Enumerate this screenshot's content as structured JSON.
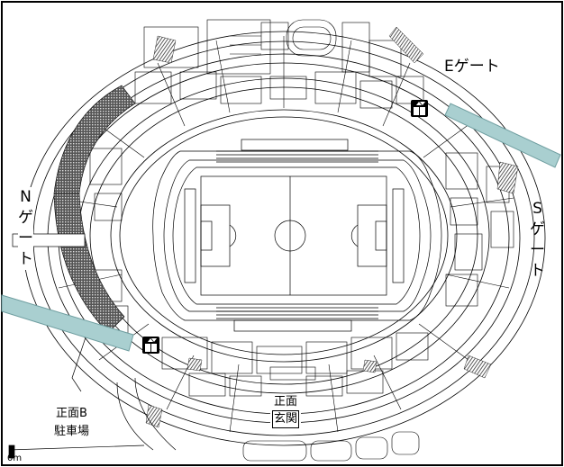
{
  "map": {
    "labels": {
      "e_gate": "Eゲート",
      "s_gate": [
        "S",
        "ゲ",
        "ー",
        "ト"
      ],
      "n_gate": [
        "N",
        "ゲ",
        "ー",
        "ト"
      ],
      "main_entrance": [
        "正面",
        "玄関"
      ],
      "parking": [
        "正面B",
        "駐車場"
      ],
      "scale": "0m"
    },
    "icons": [
      "elevator-icon",
      "elevator-icon"
    ],
    "colors": {
      "arrow": "#a9cfd0",
      "arrow_border": "#6f9ea0",
      "lines": "#000000",
      "hatch": "#3a3a3a"
    }
  }
}
